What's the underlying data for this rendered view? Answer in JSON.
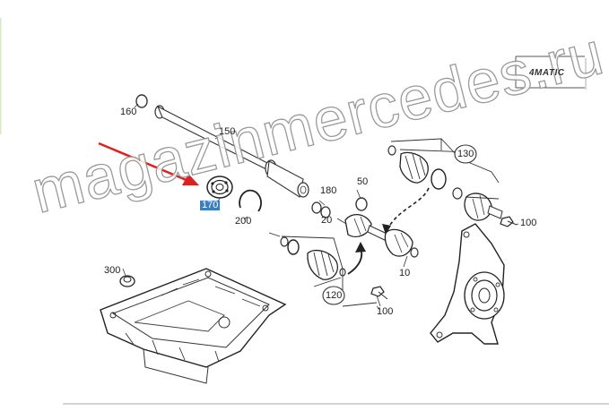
{
  "diagram": {
    "logo_text": "4MATIC",
    "watermark": "magazinmercedes.ru",
    "selected_part": "170",
    "arrow_color": "#e02020",
    "highlight_color": "#3a7fc1",
    "callouts": {
      "c160": "160",
      "c150": "150",
      "c170": "170",
      "c200": "200",
      "c180": "180",
      "c50": "50",
      "c20": "20",
      "c130": "130",
      "c100a": "100",
      "c300": "300",
      "c120": "120",
      "c10": "10",
      "c100b": "100"
    }
  }
}
